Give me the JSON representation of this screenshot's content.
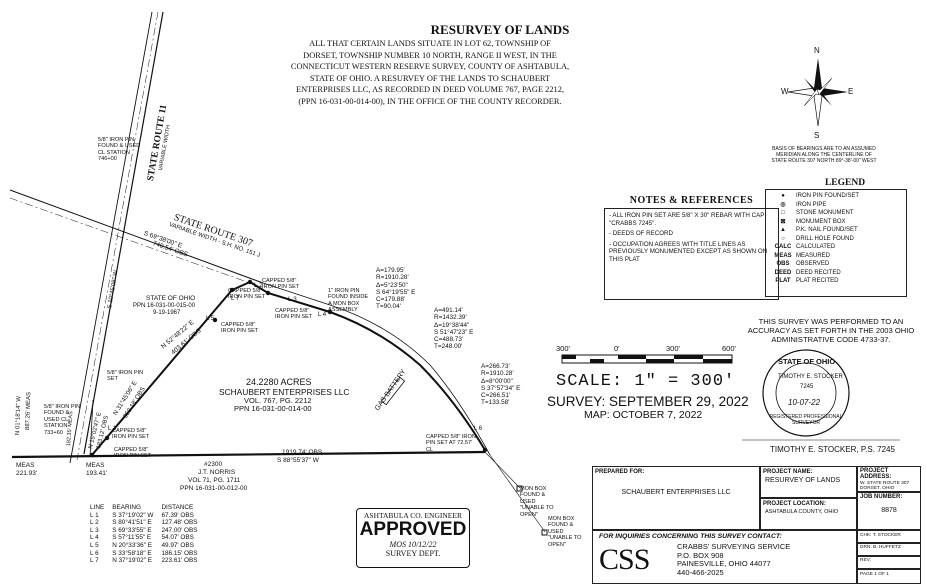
{
  "title": "RESURVEY OF LANDS",
  "description": "ALL THAT CERTAIN LANDS SITUATE IN LOT 62, TOWNSHIP OF\nDORSET, TOWNSHIP NUMBER 10 NORTH, RANGE II WEST, IN THE\nCONNECTICUT WESTERN RESERVE SURVEY, COUNTY OF ASHTABULA,\nSTATE OF OHIO. A RESURVEY OF THE LANDS TO SCHAUBERT\nENTERPRISES LLC, AS RECORDED IN DEED VOLUME 767, PAGE 2212,\n(PPN 16-031-00-014-00), IN THE OFFICE OF THE COUNTY RECORDER.",
  "compass": {
    "n": "N",
    "s": "S",
    "e": "E",
    "w": "W"
  },
  "bearing_basis": "BASIS OF BEARINGS ARE TO AN ASSUMED MERIDIAN ALONG THE CENTERLINE OF STATE ROUTE 307 NORTH 89°-38'-00\" WEST",
  "legend": {
    "title": "LEGEND",
    "items": [
      {
        "sym": "●",
        "label": "IRON PIN FOUND/SET"
      },
      {
        "sym": "◎",
        "label": "IRON PIPE"
      },
      {
        "sym": "□",
        "label": "STONE MONUMENT"
      },
      {
        "sym": "⊠",
        "label": "MONUMENT BOX"
      },
      {
        "sym": "▲",
        "label": "P.K. NAIL FOUND/SET"
      },
      {
        "sym": "○",
        "label": "DRILL HOLE FOUND"
      },
      {
        "sym": "CALC",
        "label": "CALCULATED"
      },
      {
        "sym": "MEAS",
        "label": "MEASURED"
      },
      {
        "sym": "OBS",
        "label": "OBSERVED"
      },
      {
        "sym": "DEED",
        "label": "DEED RECITED"
      },
      {
        "sym": "PLAT",
        "label": "PLAT RECITED"
      }
    ]
  },
  "notes": {
    "title": "NOTES & REFERENCES",
    "items": [
      "- ALL IRON PIN SET ARE 5/8\" X 30\" REBAR WITH CAP \"CRABBS 7245\".",
      "- DEEDS OF RECORD",
      "- OCCUPATION AGREES WITH TITLE LINES AS PREVIOUSLY MONUMENTED EXCEPT AS SHOWN ON THIS PLAT"
    ]
  },
  "accuracy_note": "THIS SURVEY WAS PERFORMED TO AN ACCURACY AS SET FORTH IN THE 2003 OHIO ADMINISTRATIVE CODE 4733-37.",
  "scale_bar": {
    "labels": [
      "300'",
      "0'",
      "300'",
      "600'"
    ]
  },
  "scale_text": "SCALE:  1\" = 300'",
  "survey_date": "SURVEY: SEPTEMBER 29, 2022",
  "map_date": "MAP: OCTOBER 7, 2022",
  "seal": {
    "top": "STATE OF OHIO",
    "name": "TIMOTHY E. STOCKER",
    "number": "7245",
    "bottom": "REGISTERED PROFESSIONAL SURVEYOR",
    "date": "10-07-22"
  },
  "surveyor_signature": "TIMOTHY E. STOCKER, P.S. 7245",
  "parcel": {
    "acres": "24.2280 ACRES",
    "owner": "SCHAUBERT ENTERPRISES LLC",
    "vol": "VOL. 767, PG. 2212",
    "ppn": "PPN 16-031-00-014-00"
  },
  "neighbor_north": {
    "name": "STATE OF OHIO",
    "ppn": "PPN 16-031-00-015-00",
    "date": "9-19-1967"
  },
  "neighbor_south": {
    "num": "#2300",
    "name": "J.T. NORRIS",
    "vol": "VOL 71, PG. 1711",
    "ppn": "PPN 16-031-00-012-00"
  },
  "roads": {
    "sr11": "STATE ROUTE 11",
    "sr11_width": "VARIABLE WIDTH",
    "sr307": "STATE ROUTE 307",
    "sr307_width": "VARIABLE WIDTH - S.H. NO. 151 J"
  },
  "map_labels": {
    "sr307_bearing": "S 69°38'00\" E",
    "sr307_dist": "740.54' OBS",
    "sr11_bearing": "S 10°45'08\" W",
    "west_bearing": "N 01°18'14\" W",
    "west_dist": "887.26' MEAS",
    "diag_bearing": "N 52°48'22\" E",
    "diag_dist": "403.61' OBS",
    "diag2_bearing": "N 31°45'06\" E",
    "diag2_dist": "353.18' OBS",
    "l_diag3": "N 15°02'47\" E",
    "l_diag3b": "183.12' OBS",
    "south_dist": "1919.74' OBS",
    "south_bearing": "S 88°55'37\" W",
    "meas_left": "MEAS",
    "meas_left_val": "221.93'",
    "meas_right": "MEAS",
    "meas_right_val": "193.41'",
    "ext_182": "182.35' MEAS",
    "gas_battery": "GAS BATTERY",
    "pin_sr11": "5/8\" IRON PIN FOUND & USED CL STATION 746+00",
    "pin_sr11b": "5/8\" IRON PIN FOUND & USED CL STATION 733+60",
    "capped_1": "CAPPED 5/8\" IRON PIN SET",
    "capped_2": "CAPPED 5/8\" IRON PIN SET",
    "capped_3": "CAPPED 5/8\" IRON PIN SET",
    "capped_4": "CAPPED 5/8\" IRON PIN SET",
    "capped_5": "CAPPED 5/8\" IRON PIN SET",
    "capped_6": "CAPPED 5/8\" IRON PIN SET",
    "capped_7": "CAPPED 5/8\" IRON PIN SET AT 72.57' CL",
    "pin_5_8": "5/8\" IRON PIN SET",
    "mon_box": "1\" IRON PIN FOUND INSIDE A MON BOX ASSEMBLY",
    "mon_box2": "MON BOX FOUND & USED \"UNABLE TO OPEN\"",
    "mon_box3": "MON BOX FOUND & USED \"UNABLE TO OPEN\"",
    "curve1": "A=179.95'\nR=1910.28'\nΔ=5°23'50\"\nS 64°19'55\" E\nC=179.88'\nT=90.04'",
    "curve2": "A=491.14'\nR=1432.39'\nΔ=19°38'44\"\nS 51°47'23\" E\nC=488.73'\nT=248.00'",
    "curve3": "A=266.73'\nR=1910.28'\nΔ=8°00'00\"\nS 37°57'34\" E\nC=266.51'\nT=133.58'",
    "l_labels": [
      "L 1",
      "L 2",
      "L 3",
      "L 4",
      "L 5",
      "L 6",
      "L 7"
    ]
  },
  "line_table": {
    "headers": [
      "LINE",
      "BEARING",
      "DISTANCE"
    ],
    "rows": [
      [
        "L 1",
        "S 37°19'02\" W",
        "67.39' OBS"
      ],
      [
        "L 2",
        "S 80°41'51\" E",
        "127.48' OBS"
      ],
      [
        "L 3",
        "S 69°33'55\" E",
        "247.00' OBS"
      ],
      [
        "L 4",
        "S 57°11'55\" E",
        "54.07' OBS"
      ],
      [
        "L 5",
        "N 20°33'36\" E",
        "49.97' OBS"
      ],
      [
        "L 6",
        "S 33°58'18\" E",
        "186.15' OBS"
      ],
      [
        "L 7",
        "N 37°19'02\" E",
        "223.61' OBS"
      ]
    ]
  },
  "approval_stamp": {
    "top": "ASHTABULA CO. ENGINEER",
    "big": "APPROVED",
    "initials": "MOS",
    "date": "10/12/22",
    "bottom": "SURVEY DEPT."
  },
  "title_block": {
    "prepared_for_label": "PREPARED FOR:",
    "prepared_for": "SCHAUBERT ENTERPRISES LLC",
    "project_name_label": "PROJECT NAME:",
    "project_name": "RESURVEY OF LANDS",
    "project_location_label": "PROJECT LOCATION:",
    "project_location": "ASHTABULA COUNTY, OHIO",
    "project_address_label": "PROJECT ADDRESS:",
    "project_address": "W. STATE ROUTE 307 DORSET, OHIO",
    "job_number_label": "JOB NUMBER:",
    "job_number": "8878",
    "inquiries": "FOR INQUIRIES CONCERNING THIS SURVEY CONTACT:",
    "logo": "CSS",
    "company": "CRABBS' SURVEYING SERVICE",
    "address1": "P.O. BOX 908",
    "address2": "PAINESVILLE, OHIO 44077",
    "phone": "440-466-2025",
    "chk": "CHK: T. STOCKER",
    "drn": "DRN: B. HUFFETZ",
    "rev": "REV:",
    "page": "PAGE 1 OF 1"
  }
}
